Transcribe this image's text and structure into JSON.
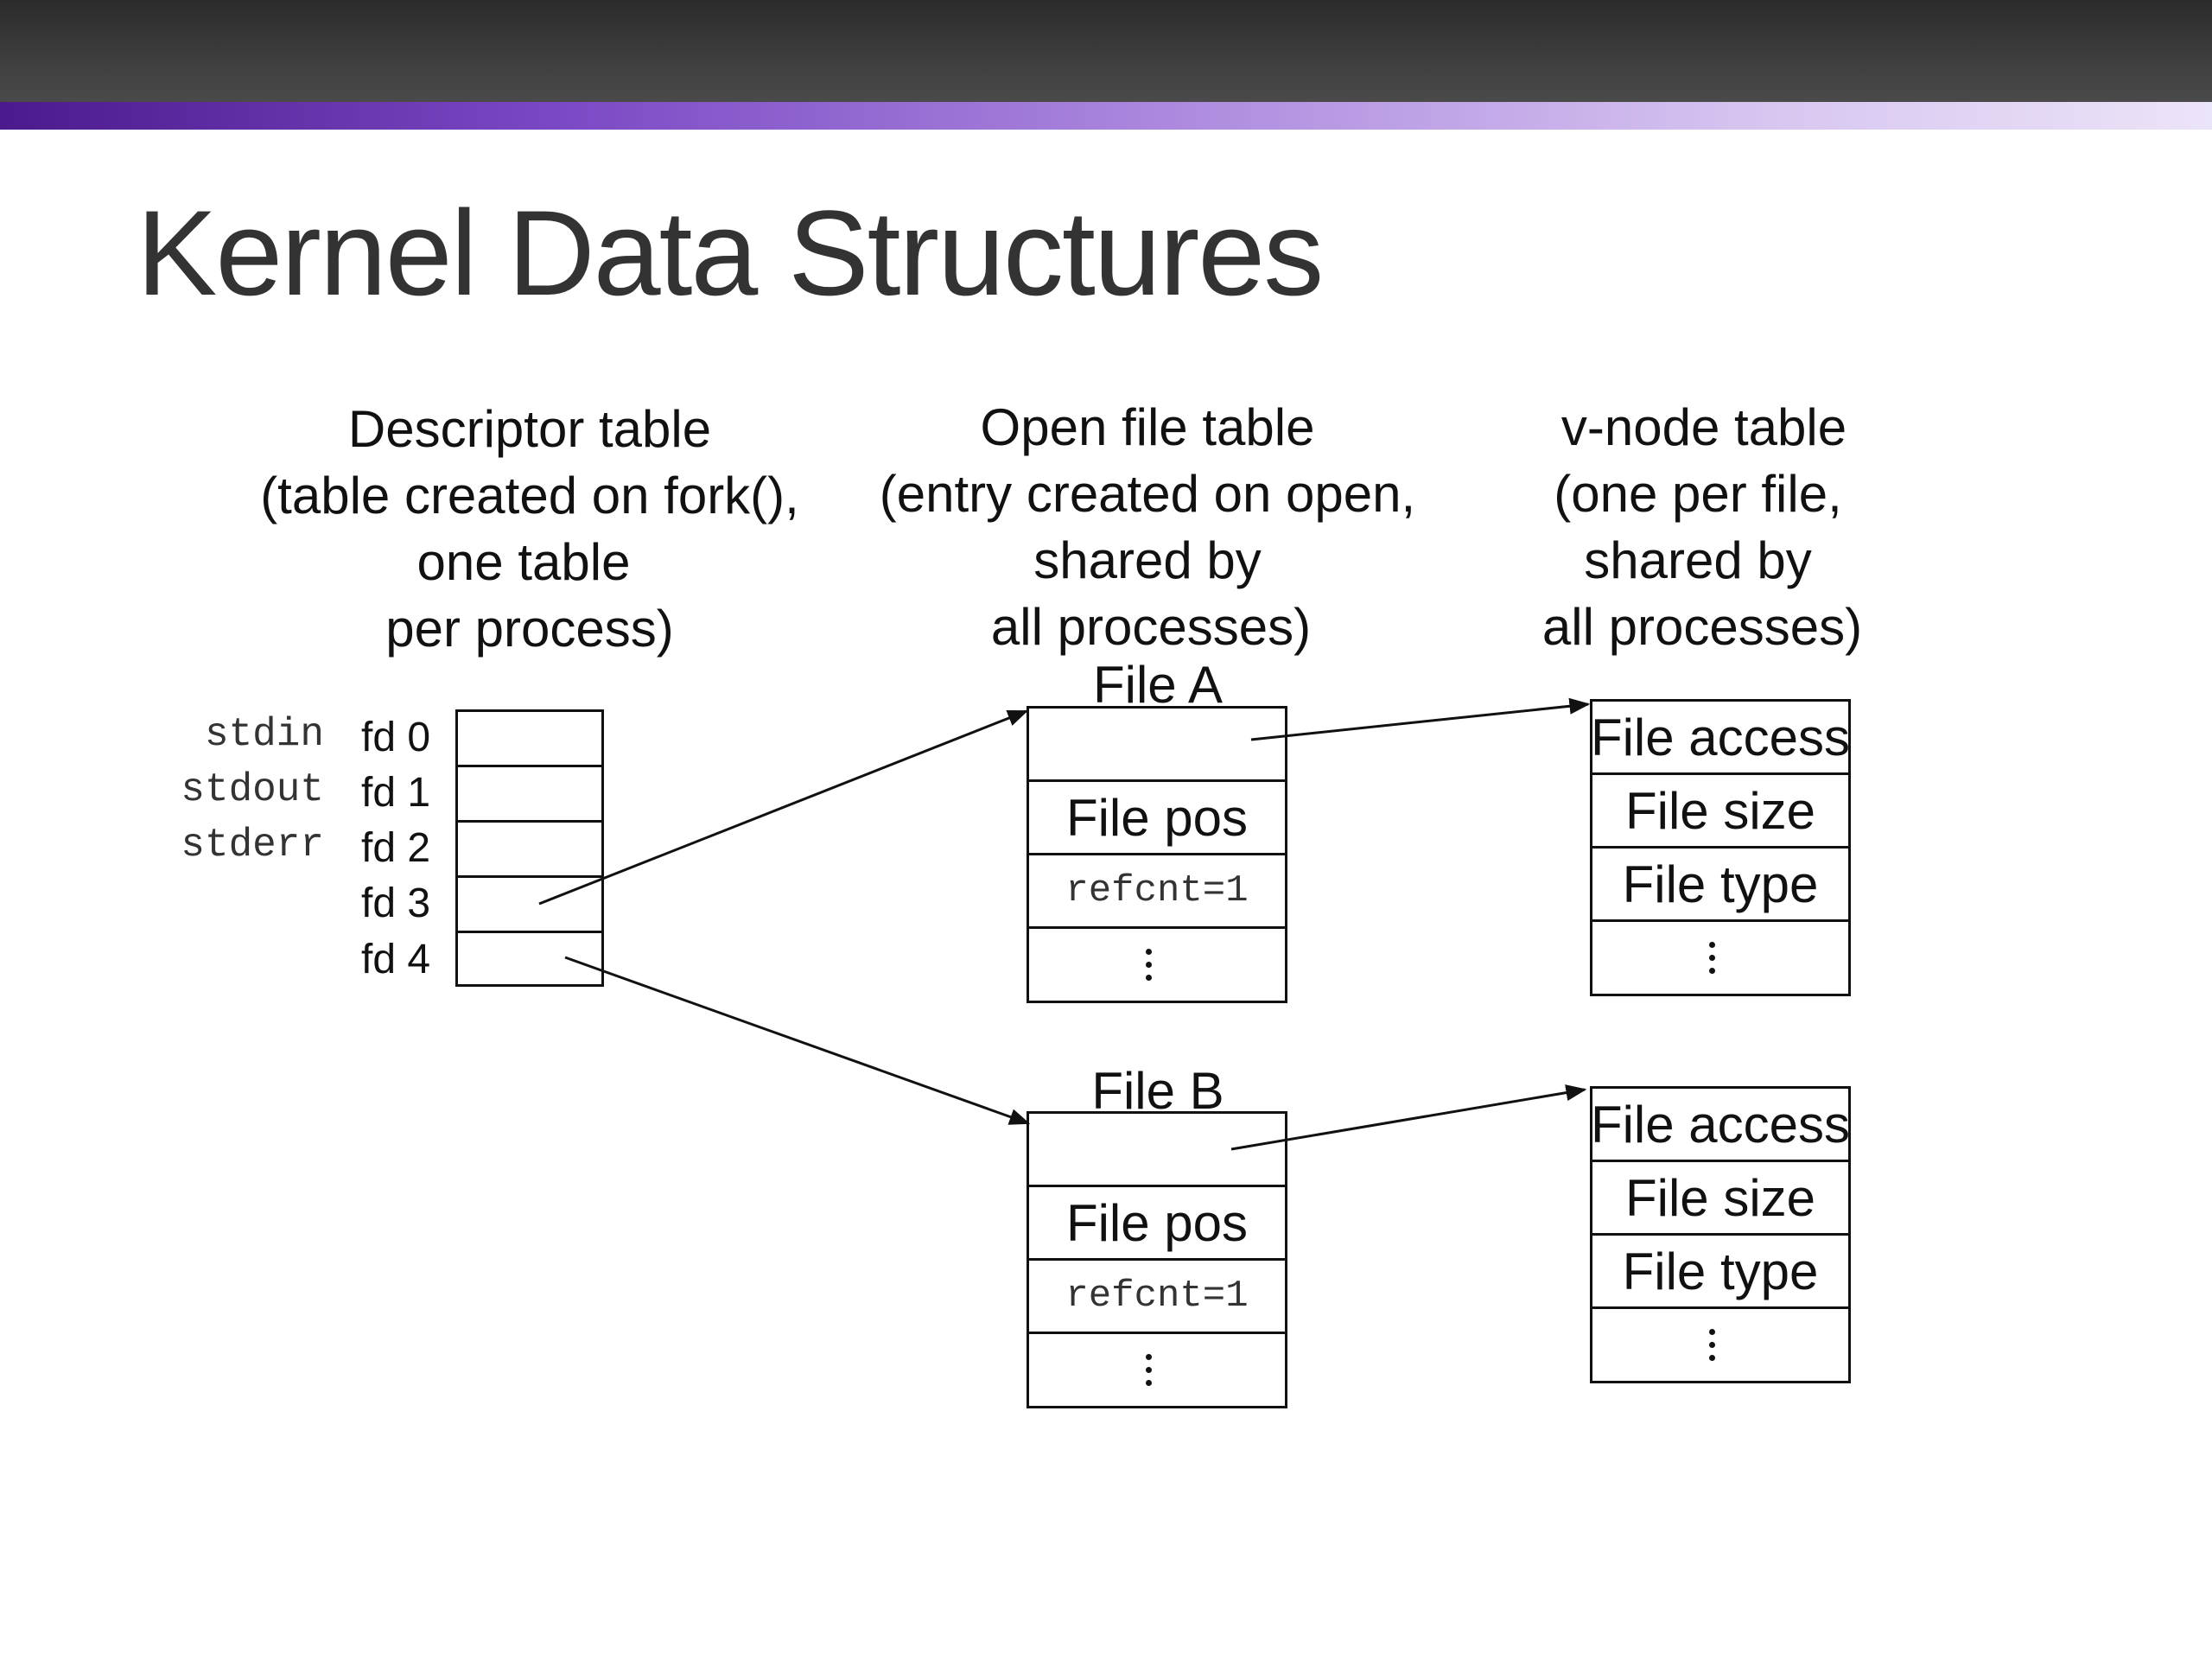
{
  "slide": {
    "title": "Kernel Data Structures"
  },
  "colors": {
    "topbar": "#333333",
    "accent_start": "#4b1a8c",
    "accent_end": "#ece4f8",
    "title_text": "#333333"
  },
  "descriptor_table": {
    "heading": [
      "Descriptor table",
      "(table created on fork(),",
      "one table",
      "per process)"
    ],
    "rows": [
      {
        "std": "stdin",
        "fd": "fd 0"
      },
      {
        "std": "stdout",
        "fd": "fd 1"
      },
      {
        "std": "stderr",
        "fd": "fd 2"
      },
      {
        "std": "",
        "fd": "fd 3"
      },
      {
        "std": "",
        "fd": "fd 4"
      }
    ]
  },
  "open_file_table": {
    "heading": [
      "Open file table",
      "(entry created on open,",
      "shared by",
      "all processes)"
    ],
    "entries": [
      {
        "label": "File A",
        "rows": [
          "",
          "File pos",
          "refcnt=1",
          "⋮"
        ]
      },
      {
        "label": "File B",
        "rows": [
          "",
          "File pos",
          "refcnt=1",
          "⋮"
        ]
      }
    ]
  },
  "vnode_table": {
    "heading": [
      "v-node table",
      "(one per file,",
      "shared by",
      "all processes)"
    ],
    "entries": [
      {
        "rows": [
          "File access",
          "File size",
          "File type",
          "⋮"
        ]
      },
      {
        "rows": [
          "File access",
          "File size",
          "File type",
          "⋮"
        ]
      }
    ]
  },
  "arrows": [
    {
      "from": "fd 3",
      "to": "File A"
    },
    {
      "from": "fd 4",
      "to": "File B"
    },
    {
      "from": "File A",
      "to": "v-node A"
    },
    {
      "from": "File B",
      "to": "v-node B"
    }
  ]
}
